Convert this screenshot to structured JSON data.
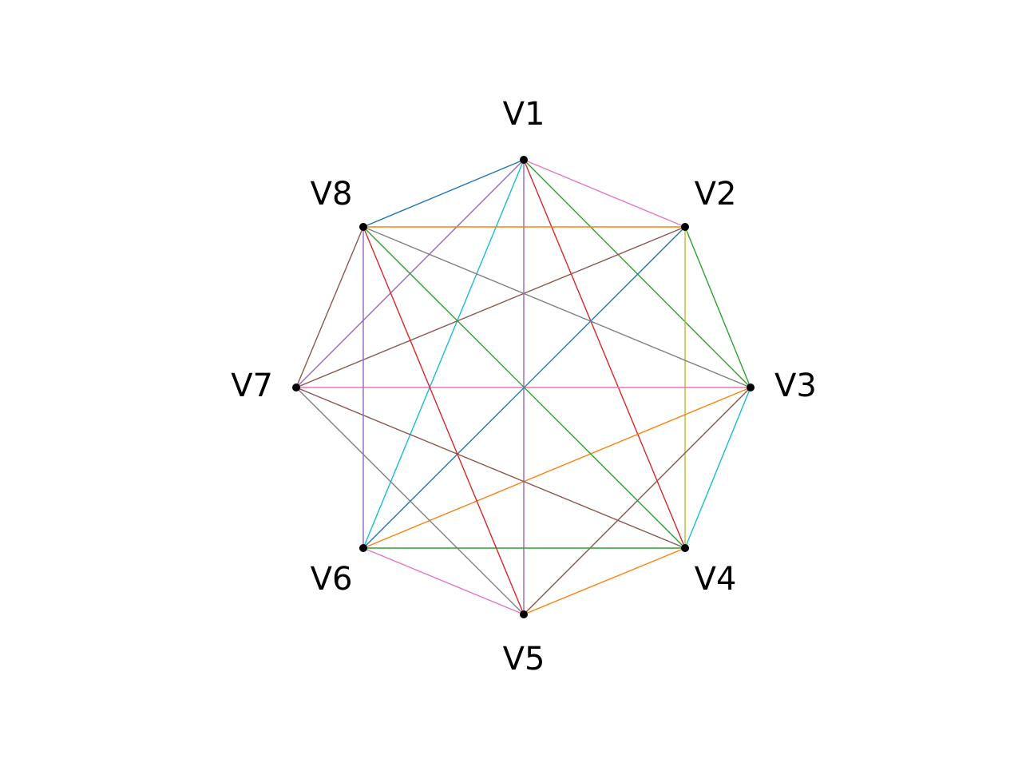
{
  "graph": {
    "vertices": [
      {
        "id": "V1",
        "label": "V1"
      },
      {
        "id": "V2",
        "label": "V2"
      },
      {
        "id": "V3",
        "label": "V3"
      },
      {
        "id": "V4",
        "label": "V4"
      },
      {
        "id": "V5",
        "label": "V5"
      },
      {
        "id": "V6",
        "label": "V6"
      },
      {
        "id": "V7",
        "label": "V7"
      },
      {
        "id": "V8",
        "label": "V8"
      }
    ],
    "edges": [
      {
        "from": "V1",
        "to": "V2",
        "color": "#e377c2"
      },
      {
        "from": "V1",
        "to": "V3",
        "color": "#2ca02c"
      },
      {
        "from": "V1",
        "to": "V4",
        "color": "#d62728"
      },
      {
        "from": "V1",
        "to": "V5",
        "color": "#9467bd"
      },
      {
        "from": "V1",
        "to": "V6",
        "color": "#17becf"
      },
      {
        "from": "V1",
        "to": "V7",
        "color": "#9467bd"
      },
      {
        "from": "V1",
        "to": "V8",
        "color": "#1f77b4"
      },
      {
        "from": "V2",
        "to": "V3",
        "color": "#2ca02c"
      },
      {
        "from": "V2",
        "to": "V4",
        "color": "#bcbd22"
      },
      {
        "from": "V2",
        "to": "V6",
        "color": "#1f77b4"
      },
      {
        "from": "V2",
        "to": "V7",
        "color": "#8c564b"
      },
      {
        "from": "V2",
        "to": "V8",
        "color": "#ff7f0e"
      },
      {
        "from": "V3",
        "to": "V4",
        "color": "#17becf"
      },
      {
        "from": "V3",
        "to": "V5",
        "color": "#8c564b"
      },
      {
        "from": "V3",
        "to": "V6",
        "color": "#ff7f0e"
      },
      {
        "from": "V3",
        "to": "V7",
        "color": "#e377c2"
      },
      {
        "from": "V3",
        "to": "V8",
        "color": "#7f7f7f"
      },
      {
        "from": "V4",
        "to": "V5",
        "color": "#ff7f0e"
      },
      {
        "from": "V4",
        "to": "V6",
        "color": "#2ca02c"
      },
      {
        "from": "V4",
        "to": "V7",
        "color": "#8c564b"
      },
      {
        "from": "V4",
        "to": "V8",
        "color": "#2ca02c"
      },
      {
        "from": "V5",
        "to": "V6",
        "color": "#e377c2"
      },
      {
        "from": "V5",
        "to": "V7",
        "color": "#7f7f7f"
      },
      {
        "from": "V5",
        "to": "V8",
        "color": "#d62728"
      },
      {
        "from": "V6",
        "to": "V8",
        "color": "#9467bd"
      },
      {
        "from": "V7",
        "to": "V8",
        "color": "#8c564b"
      }
    ],
    "node_color": "#000000"
  }
}
